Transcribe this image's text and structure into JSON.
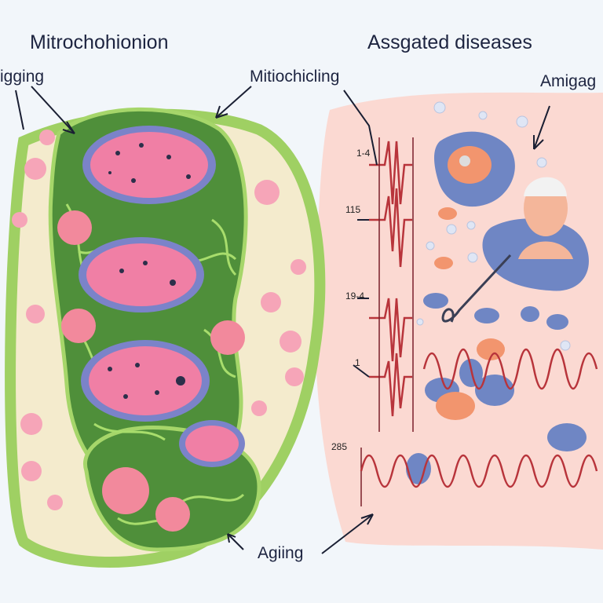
{
  "titles": {
    "left": "Mitrochohionion",
    "right": "Assgated diseases"
  },
  "labels": {
    "top_left": "igging",
    "top_center": "Mitiochicling",
    "top_right": "Amigag",
    "bottom": "Agiing"
  },
  "chart_ticks": [
    "1-4",
    "115",
    "19-4",
    "1",
    "285"
  ],
  "colors": {
    "cell_outer": "#c8e48a",
    "cell_inner": "#4f8f3a",
    "nucleus": "#f07fa5",
    "nucleus_ring": "#7b83c9",
    "background_panel": "#fbd9d2",
    "signal": "#b8343b",
    "blob": "#6f86c4"
  }
}
